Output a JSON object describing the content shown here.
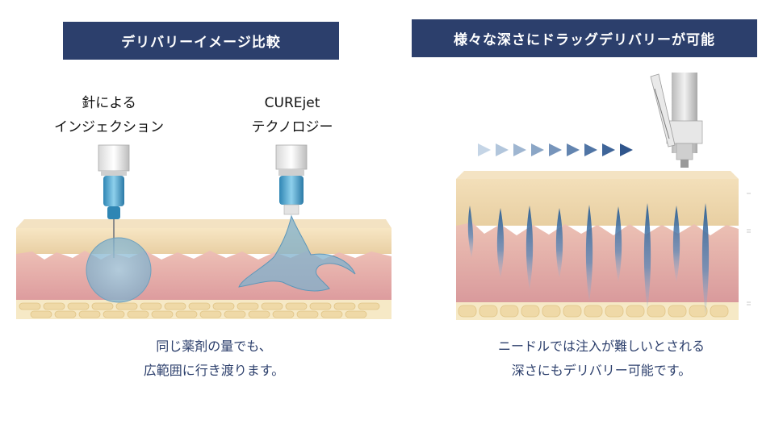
{
  "left_panel": {
    "header": "デリバリーイメージ比較",
    "needle_label": {
      "line1": "針による",
      "line2": "インジェクション"
    },
    "curejet_label": {
      "line1": "CUREjet",
      "line2": "テクノロジー"
    },
    "caption": {
      "line1": "同じ薬剤の量でも、",
      "line2": "広範囲に行き渡ります。"
    }
  },
  "right_panel": {
    "header": "様々な深さにドラッグデリバリーが可能",
    "caption": {
      "line1": "ニードルでは注入が難しいとされる",
      "line2": "深さにもデリバリー可能です。"
    }
  },
  "colors": {
    "header_bg": "#2c3f6c",
    "caption_text": "#2c3f6c",
    "skin_top": "#efd9b2",
    "dermis": "#e3a7a6",
    "fat": "#f4e6b8",
    "drug": "#7fb0cc",
    "arrow": "#3d5a85"
  }
}
